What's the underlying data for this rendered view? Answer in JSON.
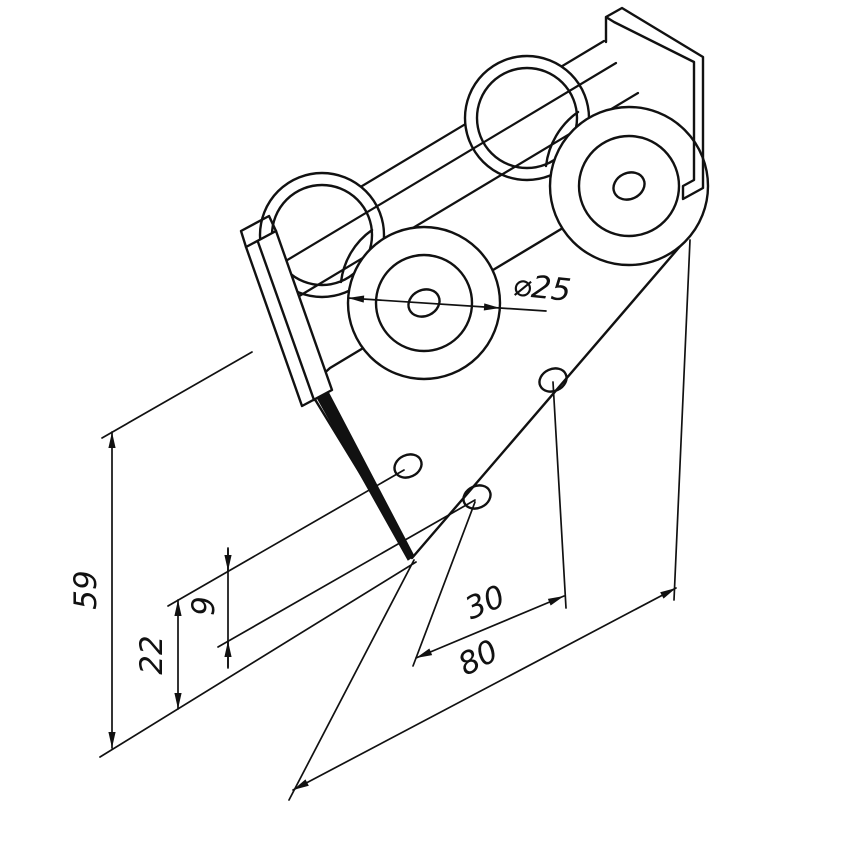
{
  "figure": {
    "kind": "technical-line-drawing",
    "colors": {
      "line": "#111111",
      "background": "#ffffff"
    },
    "labels": {
      "diameter": "⌀25",
      "dim30": "30",
      "dim80": "80",
      "dim59": "59",
      "dim22": "22",
      "dim9": "9"
    }
  }
}
